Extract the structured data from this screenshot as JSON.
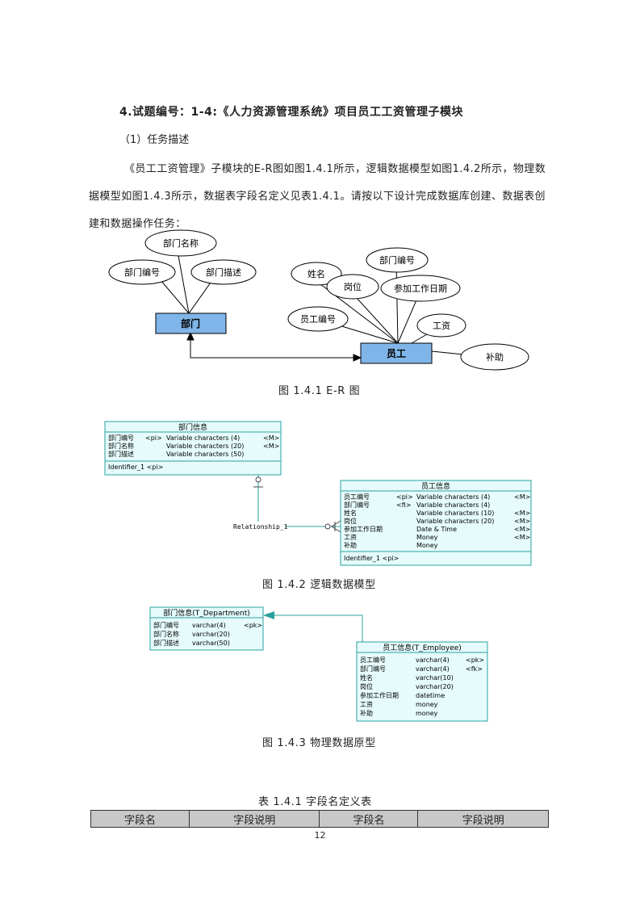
{
  "heading": "4.试题编号：1-4:《人力资源管理系统》项目员工工资管理子模块",
  "subheading": "（1）任务描述",
  "paragraph": "《员工工资管理》子模块的E-R图如图1.4.1所示，逻辑数据模型如图1.4.2所示，物理数据模型如图1.4.3所示，数据表字段名定义见表1.4.1。请按以下设计完成数据库创建、数据表创建和数据操作任务：",
  "er_diagram": {
    "entity_department": "部门",
    "entity_employee": "员工",
    "dept_attr_1": "部门名称",
    "dept_attr_2": "部门编号",
    "dept_attr_3": "部门描述",
    "emp_attr_name": "姓名",
    "emp_attr_deptno": "部门编号",
    "emp_attr_post": "岗位",
    "emp_attr_joindate": "参加工作日期",
    "emp_attr_empno": "员工编号",
    "emp_attr_salary": "工资",
    "emp_attr_subsidy": "补助",
    "caption": "图 1.4.1  E-R 图"
  },
  "logical_model": {
    "dept_title": "部门信息",
    "dept_rows": [
      {
        "name": "部门编号",
        "key": "<pi>",
        "type": "Variable characters (4)",
        "m": "<M>"
      },
      {
        "name": "部门名称",
        "key": "",
        "type": "Variable characters (20)",
        "m": "<M>"
      },
      {
        "name": "部门描述",
        "key": "",
        "type": "Variable characters (50)",
        "m": ""
      }
    ],
    "dept_identifier": "Identifier_1  <pi>",
    "emp_title": "员工信息",
    "emp_rows": [
      {
        "name": "员工编号",
        "key": "<pi>",
        "type": "Variable characters (4)",
        "m": "<M>"
      },
      {
        "name": "部门编号",
        "key": "<fi>",
        "type": "Variable characters (4)",
        "m": ""
      },
      {
        "name": "姓名",
        "key": "",
        "type": "Variable characters (10)",
        "m": "<M>"
      },
      {
        "name": "岗位",
        "key": "",
        "type": "Variable characters (20)",
        "m": "<M>"
      },
      {
        "name": "参加工作日期",
        "key": "",
        "type": "Date & Time",
        "m": "<M>"
      },
      {
        "name": "工资",
        "key": "",
        "type": "Money",
        "m": "<M>"
      },
      {
        "name": "补助",
        "key": "",
        "type": "Money",
        "m": ""
      }
    ],
    "emp_identifier": "Identifier_1  <pi>",
    "relationship": "Relationship_1",
    "caption": "图 1.4.2   逻辑数据模型"
  },
  "physical_model": {
    "dept_title": "部门信息(T_Department)",
    "dept_rows": [
      {
        "name": "部门编号",
        "type": "varchar(4)",
        "key": "<pk>"
      },
      {
        "name": "部门名称",
        "type": "varchar(20)",
        "key": ""
      },
      {
        "name": "部门描述",
        "type": "varchar(50)",
        "key": ""
      }
    ],
    "emp_title": "员工信息(T_Employee)",
    "emp_rows": [
      {
        "name": "员工编号",
        "type": "varchar(4)",
        "key": "<pk>"
      },
      {
        "name": "部门编号",
        "type": "varchar(4)",
        "key": "<fk>"
      },
      {
        "name": "姓名",
        "type": "varchar(10)",
        "key": ""
      },
      {
        "name": "岗位",
        "type": "varchar(20)",
        "key": ""
      },
      {
        "name": "参加工作日期",
        "type": "datetime",
        "key": ""
      },
      {
        "name": "工资",
        "type": "money",
        "key": ""
      },
      {
        "name": "补助",
        "type": "money",
        "key": ""
      }
    ],
    "caption": "图 1.4.3   物理数据原型"
  },
  "table_caption": "表 1.4.1   字段名定义表",
  "table_headers": [
    "字段名",
    "字段说明",
    "字段名",
    "字段说明"
  ],
  "page_number": "12",
  "colors": {
    "entity_fill": "#7fb5e8",
    "model_fill": "#e6fbfb",
    "model_border": "#2aa0a0"
  }
}
